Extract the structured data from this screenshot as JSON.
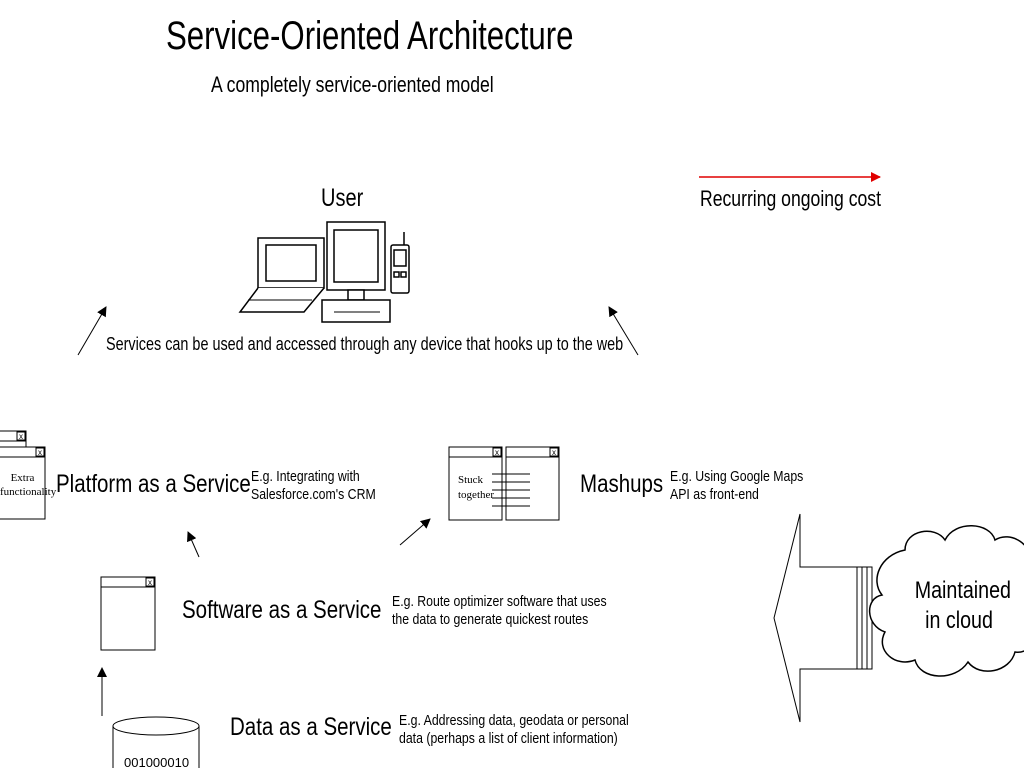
{
  "title": "Service-Oriented Architecture",
  "subtitle": "A completely service-oriented model",
  "user_label": "User",
  "legend": {
    "label": "Recurring ongoing cost",
    "color": "#e00000"
  },
  "devices_note": "Services can be used and accessed through any device that hooks up to the web",
  "services": {
    "paas": {
      "label": "Platform as a Service",
      "example": [
        "E.g. Integrating with",
        "Salesforce.com's CRM"
      ]
    },
    "saas": {
      "label": "Software as a Service",
      "example": [
        "E.g. Route optimizer software that uses",
        "the data to generate quickest routes"
      ]
    },
    "daas": {
      "label": "Data as a Service",
      "example": [
        "E.g. Addressing data, geodata or personal",
        "data (perhaps a list of client information)"
      ]
    },
    "mashups": {
      "label": "Mashups",
      "example": [
        "E.g. Using Google Maps",
        "API as front-end"
      ]
    }
  },
  "window_labels": {
    "extra": [
      "Extra",
      "functionality"
    ],
    "stuck": [
      "Stuck",
      "together"
    ],
    "close_glyph": "x"
  },
  "binary": "001000010",
  "cloud_label": [
    "Maintained",
    "in cloud"
  ]
}
